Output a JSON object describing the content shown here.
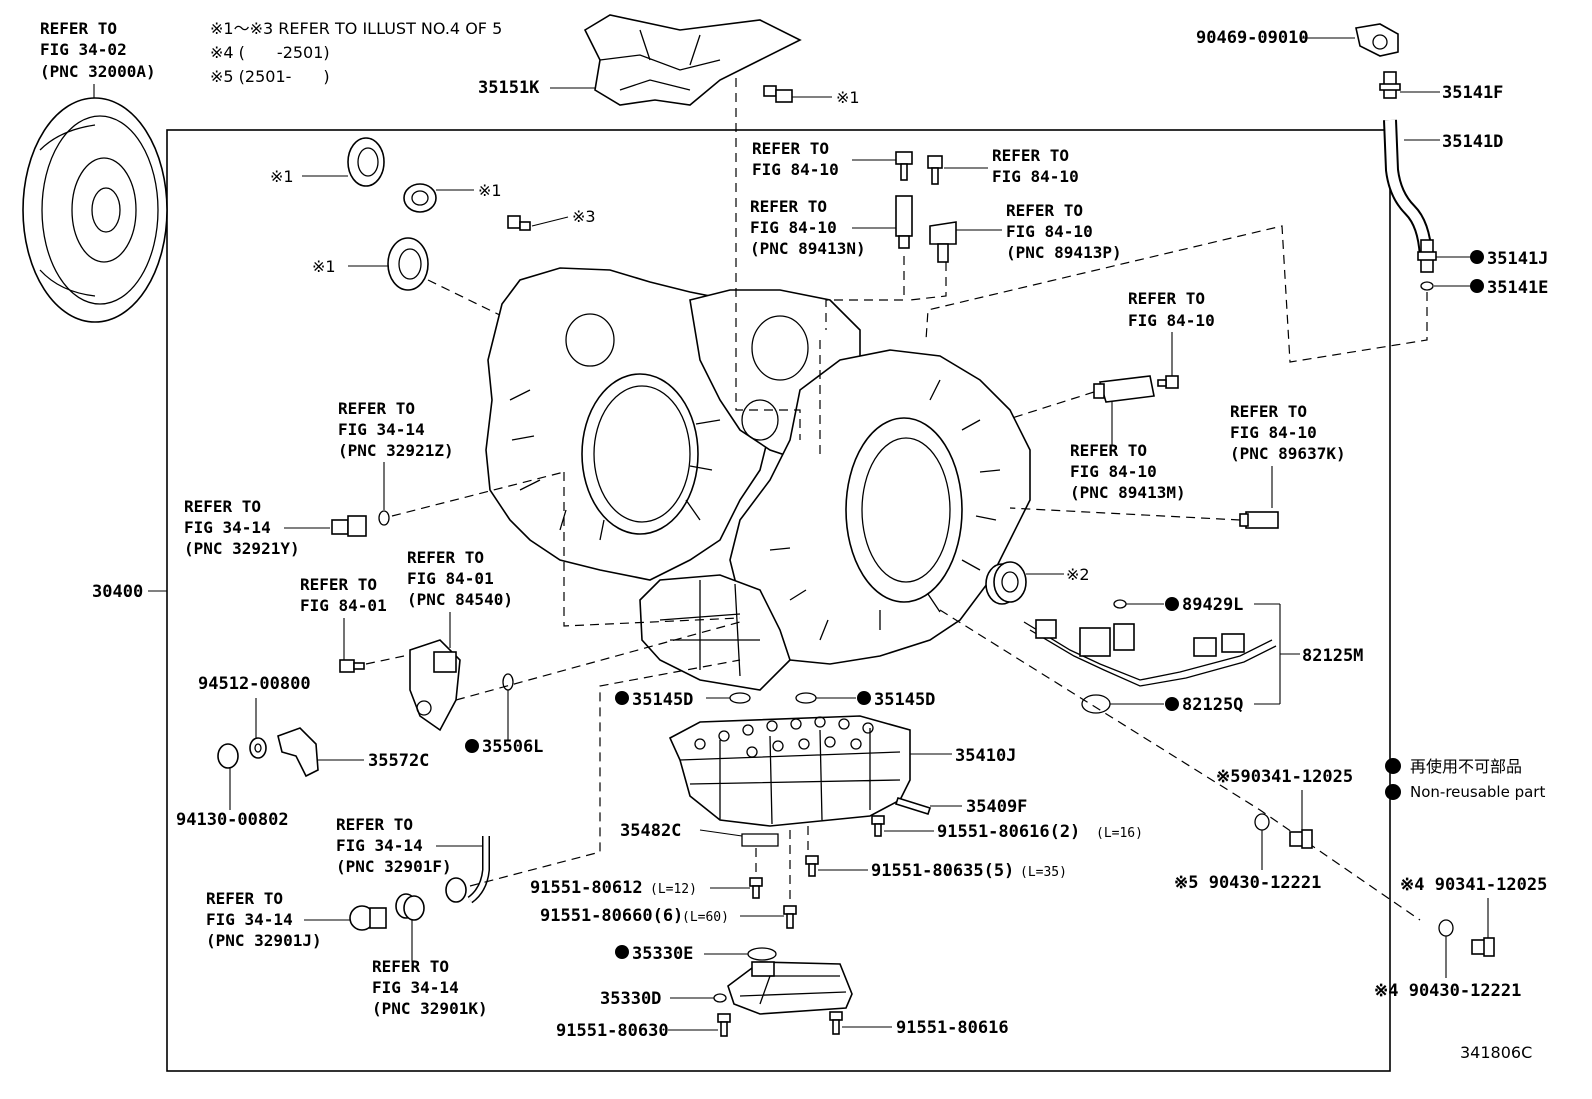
{
  "notes": {
    "n1": "※1～※3 REFER TO ILLUST NO.4 OF 5",
    "n4": "※4 (　　-2501)",
    "n5": "※5 (2501-　　)"
  },
  "refer_top_left": [
    "REFER TO",
    "FIG 34-02",
    "(PNC 32000A)"
  ],
  "legend": {
    "jp": "再使用不可部品",
    "en": "Non-reusable part"
  },
  "diagram_code": "341806C",
  "markers": {
    "m1": "※1",
    "m2": "※2",
    "m3": "※3"
  },
  "refs": {
    "r84_10": [
      "REFER TO",
      "FIG 84-10"
    ],
    "r84_10_n": [
      "REFER TO",
      "FIG 84-10",
      "(PNC 89413N)"
    ],
    "r84_10_p": [
      "REFER TO",
      "FIG 84-10",
      "(PNC 89413P)"
    ],
    "r84_10_m": [
      "REFER TO",
      "FIG 84-10",
      "(PNC 89413M)"
    ],
    "r84_10_k": [
      "REFER TO",
      "FIG 84-10",
      "(PNC 89637K)"
    ],
    "r34_14_z": [
      "REFER TO",
      "FIG 34-14",
      "(PNC 32921Z)"
    ],
    "r34_14_y": [
      "REFER TO",
      "FIG 34-14",
      "(PNC 32921Y)"
    ],
    "r84_01": [
      "REFER TO",
      "FIG 84-01"
    ],
    "r84_01_540": [
      "REFER TO",
      "FIG 84-01",
      "(PNC 84540)"
    ],
    "r34_14_f": [
      "REFER TO",
      "FIG 34-14",
      "(PNC 32901F)"
    ],
    "r34_14_j": [
      "REFER TO",
      "FIG 34-14",
      "(PNC 32901J)"
    ],
    "r34_14_k": [
      "REFER TO",
      "FIG 34-14",
      "(PNC 32901K)"
    ]
  },
  "parts": {
    "p35151K": "35151K",
    "p90469": "90469-09010",
    "p35141F": "35141F",
    "p35141D": "35141D",
    "p35141J": "35141J",
    "p35141E": "35141E",
    "p30400": "30400",
    "p89429L": "89429L",
    "p82125M": "82125M",
    "p82125Q": "82125Q",
    "p94512": "94512-00800",
    "p35506L": "35506L",
    "p35572C": "35572C",
    "p94130": "94130-00802",
    "p35145D_l": "35145D",
    "p35145D_r": "35145D",
    "p35410J": "35410J",
    "p35409F": "35409F",
    "p35482C": "35482C",
    "p91551_80616_2": "91551-80616(2)",
    "p91551_80616_2_len": "(L=16)",
    "p91551_80635": "91551-80635(5)",
    "p91551_80635_len": "(L=35)",
    "p91551_80612": "91551-80612",
    "p91551_80612_len": "(L=12)",
    "p91551_80660": "91551-80660(6)",
    "p91551_80660_len": "(L=60)",
    "p35330E": "35330E",
    "p35330D": "35330D",
    "p91551_80630": "91551-80630",
    "p91551_80616": "91551-80616",
    "p90341_5": "※590341-12025",
    "p90430_5": "※5 90430-12221",
    "p90341_4": "※4 90341-12025",
    "p90430_4": "※4 90430-12221"
  }
}
